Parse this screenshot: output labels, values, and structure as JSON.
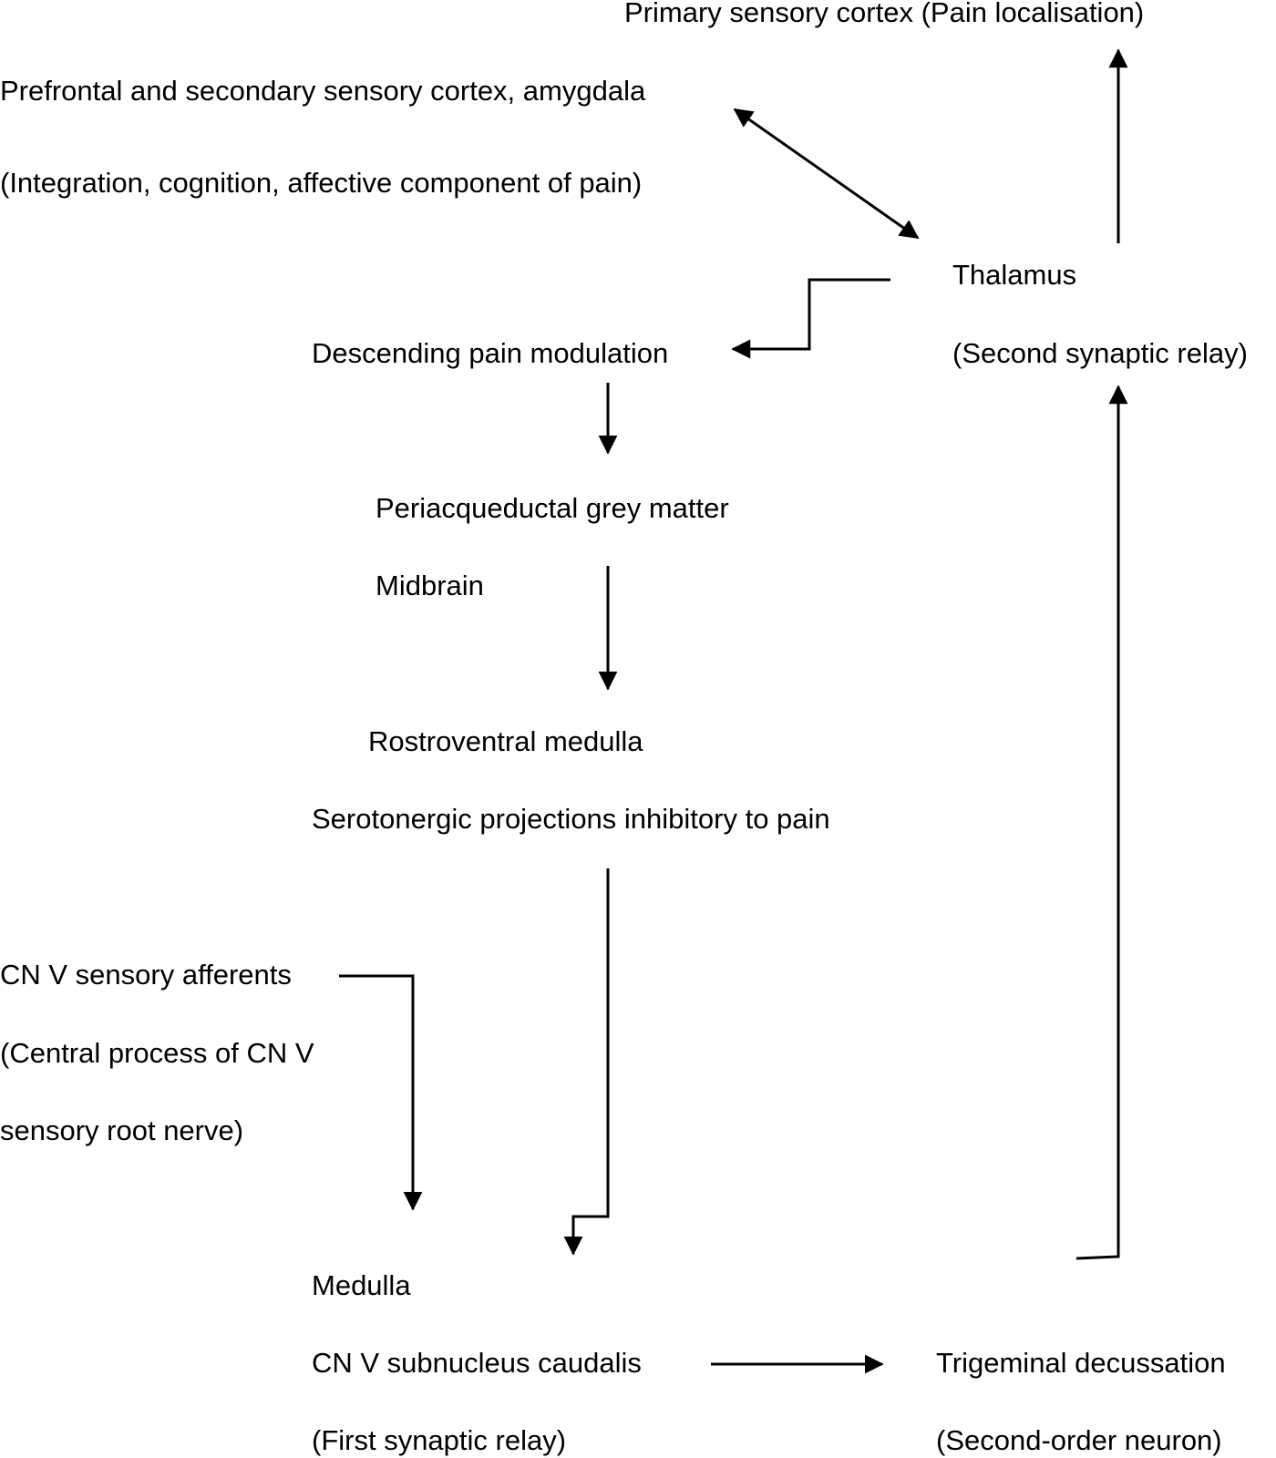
{
  "nodes": {
    "primary_cortex": "Primary sensory cortex (Pain localisation)",
    "prefrontal": "Prefrontal and secondary sensory cortex, amygdala",
    "prefrontal_role": "(Integration, cognition, affective component of pain)",
    "thalamus": "Thalamus",
    "thalamus_role": "(Second synaptic relay)",
    "descending": "Descending pain modulation",
    "pag": "Periacqueductal grey matter",
    "midbrain": "Midbrain",
    "rvm": "Rostroventral medulla",
    "serotonergic": "Serotonergic projections inhibitory to pain",
    "cnv_afferents": "CN V sensory afferents",
    "cnv_central_1": "(Central process of CN V",
    "cnv_central_2": "sensory root nerve)",
    "medulla": "Medulla",
    "caudalis": "CN V subnucleus caudalis",
    "caudalis_role": "(First synaptic relay)",
    "decussation": "Trigeminal decussation",
    "decussation_role": "(Second-order neuron)"
  }
}
